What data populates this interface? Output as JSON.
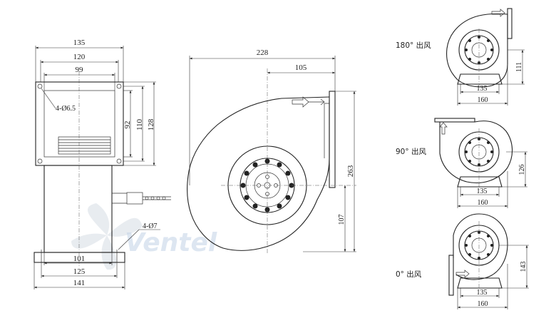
{
  "watermark": "Ventel",
  "front_view": {
    "dims_top": [
      "135",
      "120",
      "99"
    ],
    "dims_side": [
      "92",
      "110",
      "128"
    ],
    "hole_top": "4-Ø6.5",
    "hole_bottom": "4-Ø7",
    "dims_bottom": [
      "101",
      "125",
      "141"
    ]
  },
  "side_view": {
    "dim_228": "228",
    "dim_105": "105",
    "dim_263": "263",
    "dim_107": "107"
  },
  "variants": [
    {
      "label": "180° 出风",
      "height": "111",
      "w1": "135",
      "w2": "160"
    },
    {
      "label": "90° 出风",
      "height": "126",
      "w1": "135",
      "w2": "160"
    },
    {
      "label": "0° 出风",
      "height": "143",
      "w1": "135",
      "w2": "160"
    }
  ]
}
